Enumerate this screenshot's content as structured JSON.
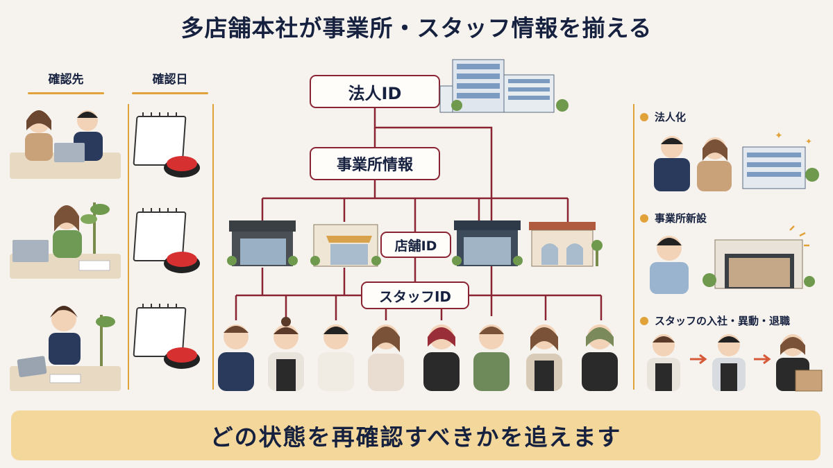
{
  "title": "多店舗本社が事業所・スタッフ情報を揃える",
  "left_columns": {
    "contact_label": "確認先",
    "date_label": "確認日"
  },
  "tree": {
    "corporate_id": "法人ID",
    "office_info": "事業所情報",
    "store_id": "店舗ID",
    "staff_id": "スタッフID"
  },
  "right_items": [
    {
      "label": "法人化"
    },
    {
      "label": "事業所新設"
    },
    {
      "label": "スタッフの入社・異動・退職"
    }
  ],
  "banner": "どの状態を再確認すべきかを追えます",
  "colors": {
    "accent": "#e2a23a",
    "line": "#8a2433",
    "navy": "#16213f",
    "banner": "#f3d79b"
  }
}
